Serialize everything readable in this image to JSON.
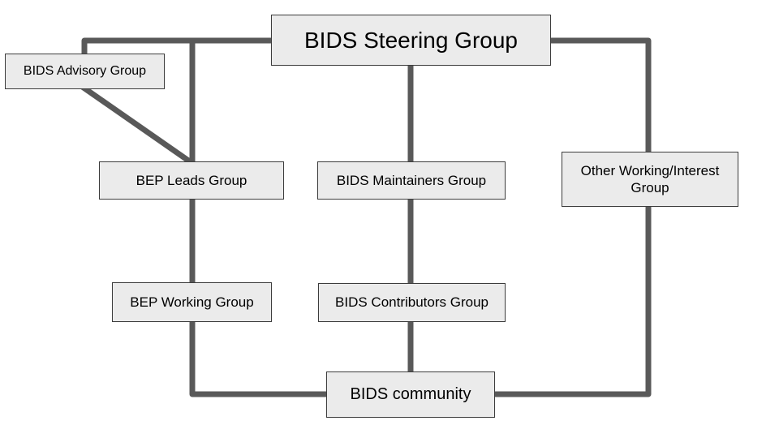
{
  "nodes": {
    "steering": {
      "label": "BIDS Steering Group"
    },
    "advisory": {
      "label": "BIDS Advisory Group"
    },
    "bep_leads": {
      "label": "BEP Leads Group"
    },
    "maintainers": {
      "label": "BIDS Maintainers Group"
    },
    "other_working": {
      "label": "Other Working/Interest Group"
    },
    "bep_working": {
      "label": "BEP Working Group"
    },
    "contributors": {
      "label": "BIDS Contributors Group"
    },
    "community": {
      "label": "BIDS community"
    }
  },
  "connections": [
    {
      "from": "BIDS Steering Group",
      "to": "BIDS Advisory Group"
    },
    {
      "from": "BIDS Advisory Group",
      "to": "BEP Leads Group"
    },
    {
      "from": "BIDS Steering Group",
      "to": "BEP Leads Group"
    },
    {
      "from": "BEP Leads Group",
      "to": "BEP Working Group"
    },
    {
      "from": "BEP Working Group",
      "to": "BIDS community"
    },
    {
      "from": "BIDS Steering Group",
      "to": "BIDS Maintainers Group"
    },
    {
      "from": "BIDS Maintainers Group",
      "to": "BIDS Contributors Group"
    },
    {
      "from": "BIDS Contributors Group",
      "to": "BIDS community"
    },
    {
      "from": "BIDS Steering Group",
      "to": "Other Working/Interest Group"
    },
    {
      "from": "Other Working/Interest Group",
      "to": "BIDS community"
    }
  ],
  "colors": {
    "connector": "#595959",
    "node_fill": "#ebebeb",
    "node_border": "#3c3c3c",
    "text": "#000000",
    "background": "#ffffff"
  }
}
